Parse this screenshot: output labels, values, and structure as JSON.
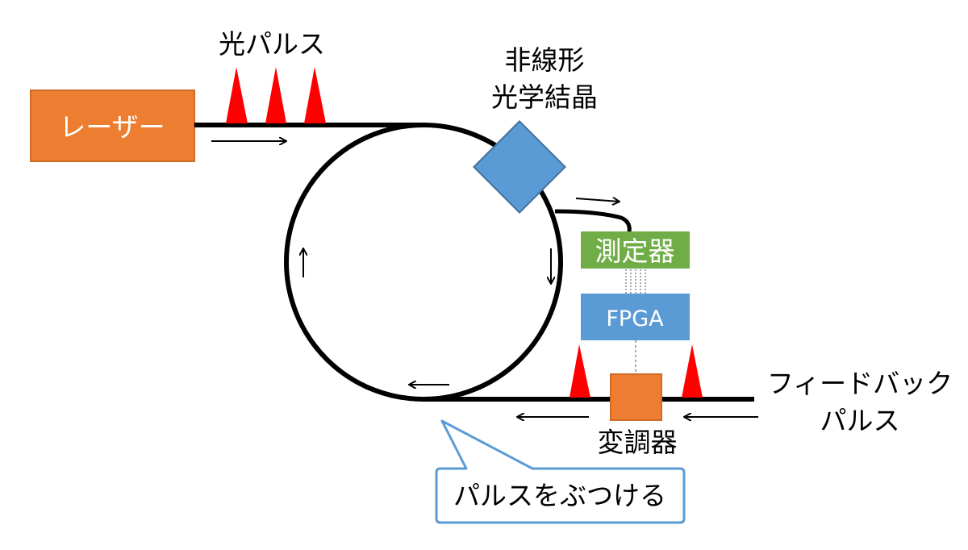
{
  "labels": {
    "laser": "レーザー",
    "optical_pulse": "光パルス",
    "crystal_line1": "非線形",
    "crystal_line2": "光学結晶",
    "detector": "測定器",
    "fpga": "FPGA",
    "modulator": "変調器",
    "feedback_line1": "フィードバック",
    "feedback_line2": "パルス",
    "callout": "パルスをぶつける"
  },
  "colors": {
    "laser_box": "#ED7D31",
    "laser_border": "#D06A24",
    "crystal": "#5B9BD5",
    "crystal_border": "#41719C",
    "detector_box": "#70AD47",
    "fpga_box": "#5B9BD5",
    "modulator_box": "#ED7D31",
    "pulse": "#FF0000",
    "callout_border": "#5B9BD5",
    "fiber": "#000000"
  }
}
